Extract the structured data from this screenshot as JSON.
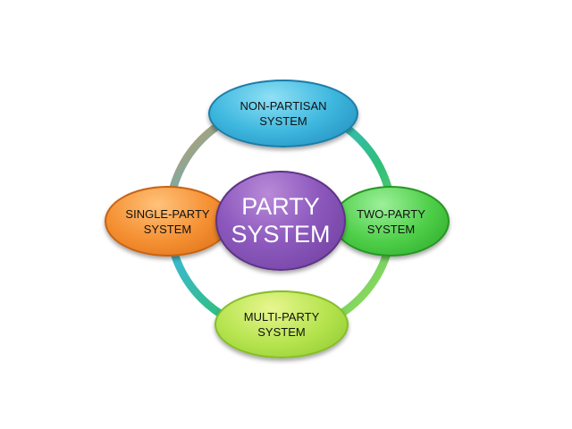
{
  "diagram": {
    "center": {
      "label": "PARTY\nSYSTEM",
      "color": "#8c58bd"
    },
    "nodes": {
      "top": {
        "label": "NON-PARTISAN\nSYSTEM",
        "color": "#3fb8df"
      },
      "left": {
        "label": "SINGLE-PARTY\nSYSTEM",
        "color": "#f59033"
      },
      "right": {
        "label": "TWO-PARTY\nSYSTEM",
        "color": "#4fcf49"
      },
      "bottom": {
        "label": "MULTI-PARTY\nSYSTEM",
        "color": "#b6e44f"
      }
    },
    "ring_colors": [
      "#f59033",
      "#3fb8df",
      "#2ebf7a",
      "#b6e44f"
    ]
  }
}
